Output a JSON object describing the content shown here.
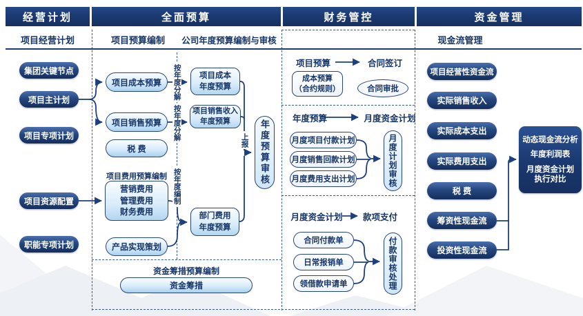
{
  "header": {
    "col1": "经营计划",
    "col2": "全面预算",
    "col3": "财务管控",
    "col4": "资金管理"
  },
  "subheader": {
    "col1": "项目经营计划",
    "col2_left": "项目预算编制",
    "col2_right": "公司年度预算编制与审核",
    "col4": "现金流管理"
  },
  "plan_pills": [
    "集团关键节点",
    "项目主计划",
    "项目专项计划",
    "项目资源配置",
    "职能专项计划"
  ],
  "budget": {
    "cost_pill": "项目成本预算",
    "sales_pill": "项目销售预算",
    "tax_pill": "税  费",
    "fee_title": "项目费用预算编制",
    "fee_lines": [
      "营销费用",
      "管理费用",
      "财务费用"
    ],
    "product_pill": "产品实现策划",
    "annual_cost": [
      "项目成本",
      "年度预算"
    ],
    "annual_sales": [
      "项目销售收入",
      "年度预算"
    ],
    "annual_dept": [
      "部门费用",
      "年度预算"
    ],
    "review": "年度预算审核",
    "label_decompose": "按年度分解",
    "label_compile": "按年度编制",
    "label_submit": "上报",
    "financing_title": "资金筹措预算编制",
    "financing_pill": "资金筹措"
  },
  "finance": {
    "s1_from": "项目预算",
    "s1_to": "合同签订",
    "s1_box": [
      "成本预算",
      "（合约规则）"
    ],
    "s1_oval": "合同审批",
    "s2_from": "年度预算",
    "s2_to": "月度资金计划",
    "s2_pills": [
      "月度项目付款计划",
      "月度销售回款计划",
      "月度费用支出计划"
    ],
    "s2_review": "月度计划审核",
    "s3_from": "月度资金计划",
    "s3_to": "款项支付",
    "s3_pills": [
      "合同付款单",
      "日常报销单",
      "领借款申请单"
    ],
    "s3_review": "付款审核处理"
  },
  "cash": {
    "pills": [
      "项目经营性资金流",
      "实际销售收入",
      "实际成本支出",
      "实际费用支出",
      "税  费",
      "筹资性现金流",
      "投资性现金流"
    ],
    "analysis": [
      "动态现金流分析",
      "年度利润表",
      "月度资金计划",
      "执行对比"
    ]
  },
  "colors": {
    "navy": "#1b3a72",
    "line": "#1c3f7d",
    "light_top": "#fafdff",
    "light_bottom": "#a9d1ee"
  }
}
